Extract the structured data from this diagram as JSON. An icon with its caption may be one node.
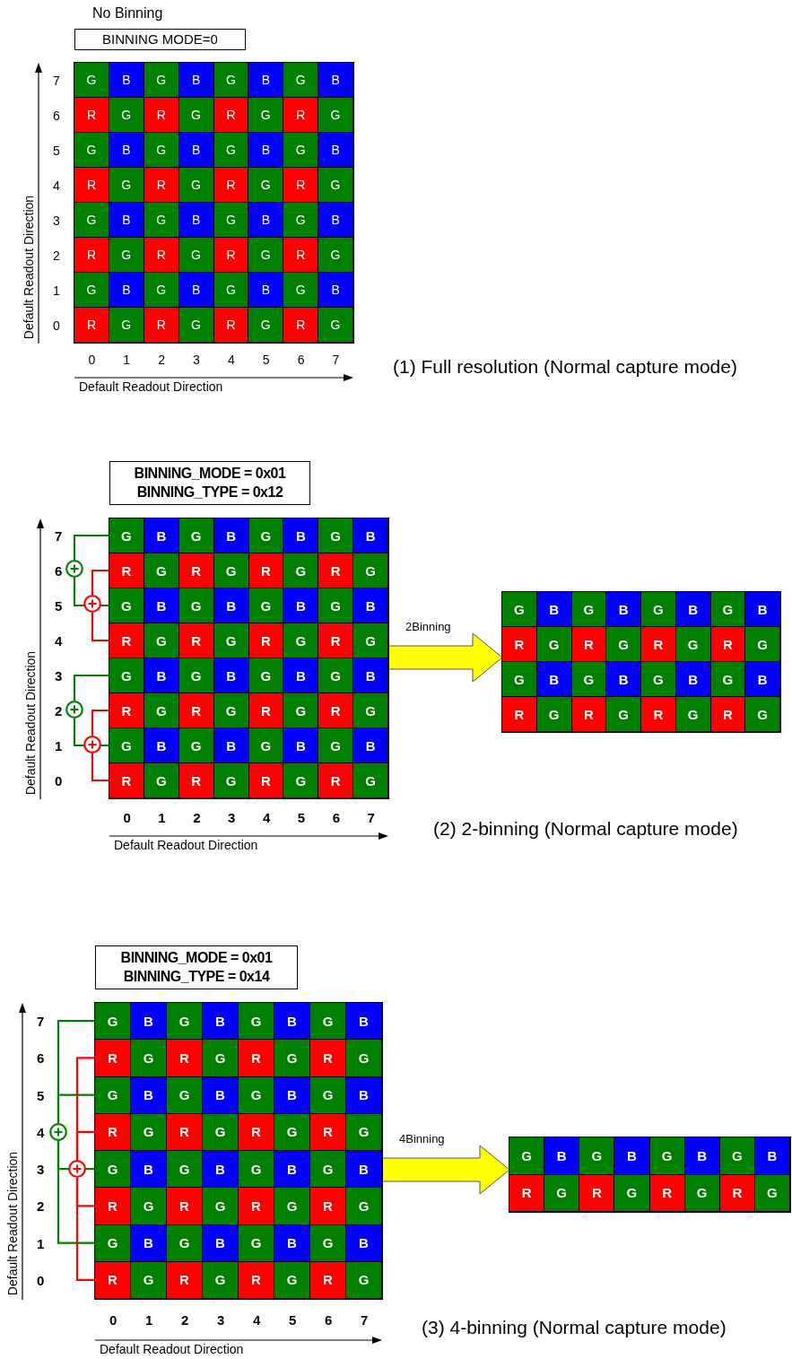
{
  "diagram": {
    "nodes": [
      {
        "text": [
          "BINNING MODE=0"
        ]
      },
      {
        "text": [],
        "shape": "box"
      },
      {
        "text": [
          "G"
        ],
        "in": 1
      },
      {
        "text": [
          "B"
        ],
        "in": 1
      },
      {
        "text": [
          "G"
        ],
        "in": 1
      },
      {
        "text": [
          "B"
        ],
        "in": 1
      },
      {
        "text": [
          "G"
        ],
        "in": 1
      },
      {
        "text": [
          "B"
        ],
        "in": 1
      },
      {
        "text": [
          "G"
        ],
        "in": 1
      },
      {
        "text": [
          "B"
        ],
        "in": 1
      },
      {
        "text": [
          "R"
        ],
        "in": 1
      },
      {
        "text": [
          "G"
        ],
        "in": 1
      },
      {
        "text": [
          "R"
        ],
        "in": 1
      },
      {
        "text": [
          "G"
        ],
        "in": 1
      },
      {
        "text": [
          "R"
        ],
        "in": 1
      },
      {
        "text": [
          "G"
        ],
        "in": 1
      },
      {
        "text": [
          "R"
        ],
        "in": 1
      },
      {
        "text": [
          "G"
        ],
        "in": 1
      },
      {
        "text": [
          "G"
        ],
        "in": 1
      },
      {
        "text": [
          "B"
        ],
        "in": 1
      },
      {
        "text": [
          "G"
        ],
        "in": 1
      },
      {
        "text": [
          "B"
        ],
        "in": 1
      },
      {
        "text": [
          "G"
        ],
        "in": 1
      },
      {
        "text": [
          "B"
        ],
        "in": 1
      },
      {
        "text": [
          "G"
        ],
        "in": 1
      },
      {
        "text": [
          "B"
        ],
        "in": 1
      },
      {
        "text": [
          "R"
        ],
        "in": 1
      },
      {
        "text": [
          "G"
        ],
        "in": 1
      },
      {
        "text": [
          "R"
        ],
        "in": 1
      },
      {
        "text": [
          "G"
        ],
        "in": 1
      },
      {
        "text": [
          "R"
        ],
        "in": 1
      },
      {
        "text": [
          "G"
        ],
        "in": 1
      },
      {
        "text": [
          "R"
        ],
        "in": 1
      },
      {
        "text": [
          "G"
        ],
        "in": 1
      },
      {
        "text": [
          "G"
        ],
        "in": 1
      },
      {
        "text": [
          "B"
        ],
        "in": 1
      },
      {
        "text": [
          "G"
        ],
        "in": 1
      },
      {
        "text": [
          "B"
        ],
        "in": 1
      },
      {
        "text": [
          "G"
        ],
        "in": 1
      },
      {
        "text": [
          "B"
        ],
        "in": 1
      },
      {
        "text": [
          "G"
        ],
        "in": 1
      },
      {
        "text": [
          "B"
        ],
        "in": 1
      },
      {
        "text": [
          "R"
        ],
        "in": 1
      },
      {
        "text": [
          "G"
        ],
        "in": 1
      },
      {
        "text": [
          "R"
        ],
        "in": 1
      },
      {
        "text": [
          "G"
        ],
        "in": 1
      },
      {
        "text": [
          "R"
        ],
        "in": 1
      },
      {
        "text": [
          "G"
        ],
        "in": 1
      },
      {
        "text": [
          "R"
        ],
        "in": 1
      },
      {
        "text": [
          "G"
        ],
        "in": 1
      },
      {
        "text": [
          "G"
        ],
        "in": 1
      },
      {
        "text": [
          "B"
        ],
        "in": 1
      },
      {
        "text": [
          "G"
        ],
        "in": 1
      },
      {
        "text": [
          "B"
        ],
        "in": 1
      },
      {
        "text": [
          "G"
        ],
        "in": 1
      },
      {
        "text": [
          "B"
        ],
        "in": 1
      },
      {
        "text": [
          "G"
        ],
        "in": 1
      },
      {
        "text": [
          "B"
        ],
        "in": 1
      },
      {
        "text": [
          "R"
        ],
        "in": 1
      },
      {
        "text": [
          "G"
        ],
        "in": 1
      },
      {
        "text": [
          "R"
        ],
        "in": 1
      },
      {
        "text": [
          "G"
        ],
        "in": 1
      },
      {
        "text": [
          "R"
        ],
        "in": 1
      },
      {
        "text": [
          "G"
        ],
        "in": 1
      },
      {
        "text": [
          "R"
        ],
        "in": 1
      },
      {
        "text": [
          "G"
        ],
        "in": 1
      },
      {
        "text": [
          "BINNING_MODE = 0x01",
          "BINNING_TYPE = 0x12"
        ]
      },
      {
        "text": [],
        "shape": "box"
      },
      {
        "text": [
          "G"
        ],
        "in": 67
      },
      {
        "text": [
          "B"
        ],
        "in": 67
      },
      {
        "text": [
          "G"
        ],
        "in": 67
      },
      {
        "text": [
          "B"
        ],
        "in": 67
      },
      {
        "text": [
          "G"
        ],
        "in": 67
      },
      {
        "text": [
          "B"
        ],
        "in": 67
      },
      {
        "text": [
          "G"
        ],
        "in": 67
      },
      {
        "text": [
          "B"
        ],
        "in": 67
      },
      {
        "text": [
          "R"
        ],
        "in": 67
      },
      {
        "text": [
          "G"
        ],
        "in": 67
      },
      {
        "text": [
          "R"
        ],
        "in": 67
      },
      {
        "text": [
          "G"
        ],
        "in": 67
      },
      {
        "text": [
          "R"
        ],
        "in": 67
      },
      {
        "text": [
          "G"
        ],
        "in": 67
      },
      {
        "text": [
          "R"
        ],
        "in": 67
      },
      {
        "text": [
          "G"
        ],
        "in": 67
      },
      {
        "text": [
          "G"
        ],
        "in": 67
      },
      {
        "text": [
          "B"
        ],
        "in": 67
      },
      {
        "text": [
          "G"
        ],
        "in": 67
      },
      {
        "text": [
          "B"
        ],
        "in": 67
      },
      {
        "text": [
          "G"
        ],
        "in": 67
      },
      {
        "text": [
          "B"
        ],
        "in": 67
      },
      {
        "text": [
          "G"
        ],
        "in": 67
      },
      {
        "text": [
          "B"
        ],
        "in": 67
      },
      {
        "text": [
          "R"
        ],
        "in": 67
      },
      {
        "text": [
          "G"
        ],
        "in": 67
      },
      {
        "text": [
          "R"
        ],
        "in": 67
      },
      {
        "text": [
          "G"
        ],
        "in": 67
      },
      {
        "text": [
          "R"
        ],
        "in": 67
      },
      {
        "text": [
          "G"
        ],
        "in": 67
      },
      {
        "text": [
          "R"
        ],
        "in": 67
      },
      {
        "text": [
          "G"
        ],
        "in": 67
      },
      {
        "text": [
          "G"
        ],
        "in": 67
      },
      {
        "text": [
          "B"
        ],
        "in": 67
      },
      {
        "text": [
          "G"
        ],
        "in": 67
      },
      {
        "text": [
          "B"
        ],
        "in": 67
      },
      {
        "text": [
          "G"
        ],
        "in": 67
      },
      {
        "text": [
          "B"
        ],
        "in": 67
      },
      {
        "text": [
          "G"
        ],
        "in": 67
      },
      {
        "text": [
          "B"
        ],
        "in": 67
      },
      {
        "text": [
          "R"
        ],
        "in": 67
      },
      {
        "text": [
          "G"
        ],
        "in": 67
      },
      {
        "text": [
          "R"
        ],
        "in": 67
      },
      {
        "text": [
          "G"
        ],
        "in": 67
      },
      {
        "text": [
          "R"
        ],
        "in": 67
      },
      {
        "text": [
          "G"
        ],
        "in": 67
      },
      {
        "text": [
          "R"
        ],
        "in": 67
      },
      {
        "text": [
          "G"
        ],
        "in": 67
      },
      {
        "text": [
          "G"
        ],
        "in": 67
      },
      {
        "text": [
          "B"
        ],
        "in": 67
      },
      {
        "text": [
          "G"
        ],
        "in": 67
      },
      {
        "text": [
          "B"
        ],
        "in": 67
      },
      {
        "text": [
          "G"
        ],
        "in": 67
      },
      {
        "text": [
          "B"
        ],
        "in": 67
      },
      {
        "text": [
          "G"
        ],
        "in": 67
      },
      {
        "text": [
          "B"
        ],
        "in": 67
      },
      {
        "text": [
          "R"
        ],
        "in": 67
      },
      {
        "text": [
          "G"
        ],
        "in": 67
      },
      {
        "text": [
          "R"
        ],
        "in": 67
      },
      {
        "text": [
          "G"
        ],
        "in": 67
      },
      {
        "text": [
          "R"
        ],
        "in": 67
      },
      {
        "text": [
          "G"
        ],
        "in": 67
      },
      {
        "text": [
          "R"
        ],
        "in": 67
      },
      {
        "text": [
          "G"
        ],
        "in": 67
      },
      {
        "text": [],
        "shape": "circle"
      },
      {
        "text": [],
        "shape": "circle"
      },
      {
        "text": [],
        "shape": "circle"
      },
      {
        "text": [],
        "shape": "circle"
      },
      {
        "text": [],
        "shape": "box"
      },
      {
        "text": [
          "G"
        ],
        "in": 136
      },
      {
        "text": [
          "B"
        ],
        "in": 136
      },
      {
        "text": [
          "G"
        ],
        "in": 136
      },
      {
        "text": [
          "B"
        ],
        "in": 136
      },
      {
        "text": [
          "G"
        ],
        "in": 136
      },
      {
        "text": [
          "B"
        ],
        "in": 136
      },
      {
        "text": [
          "G"
        ],
        "in": 136
      },
      {
        "text": [
          "B"
        ],
        "in": 136
      },
      {
        "text": [
          "R"
        ],
        "in": 136
      },
      {
        "text": [
          "G"
        ],
        "in": 136
      },
      {
        "text": [
          "R"
        ],
        "in": 136
      },
      {
        "text": [
          "G"
        ],
        "in": 136
      },
      {
        "text": [
          "R"
        ],
        "in": 136
      },
      {
        "text": [
          "G"
        ],
        "in": 136
      },
      {
        "text": [
          "R"
        ],
        "in": 136
      },
      {
        "text": [
          "G"
        ],
        "in": 136
      },
      {
        "text": [
          "G"
        ],
        "in": 136
      },
      {
        "text": [
          "B"
        ],
        "in": 136
      },
      {
        "text": [
          "G"
        ],
        "in": 136
      },
      {
        "text": [
          "B"
        ],
        "in": 136
      },
      {
        "text": [
          "G"
        ],
        "in": 136
      },
      {
        "text": [
          "B"
        ],
        "in": 136
      },
      {
        "text": [
          "G"
        ],
        "in": 136
      },
      {
        "text": [
          "B"
        ],
        "in": 136
      },
      {
        "text": [
          "R"
        ],
        "in": 136
      },
      {
        "text": [
          "G"
        ],
        "in": 136
      },
      {
        "text": [
          "R"
        ],
        "in": 136
      },
      {
        "text": [
          "G"
        ],
        "in": 136
      },
      {
        "text": [
          "R"
        ],
        "in": 136
      },
      {
        "text": [
          "G"
        ],
        "in": 136
      },
      {
        "text": [
          "R"
        ],
        "in": 136
      },
      {
        "text": [
          "G"
        ],
        "in": 136
      },
      {
        "text": [
          "BINNING_MODE = 0x01",
          "BINNING_TYPE = 0x14"
        ]
      },
      {
        "text": [],
        "shape": "box"
      },
      {
        "text": [
          "G"
        ],
        "in": 170
      },
      {
        "text": [
          "B"
        ],
        "in": 170
      },
      {
        "text": [
          "G"
        ],
        "in": 170
      },
      {
        "text": [
          "B"
        ],
        "in": 170
      },
      {
        "text": [
          "G"
        ],
        "in": 170
      },
      {
        "text": [
          "B"
        ],
        "in": 170
      },
      {
        "text": [
          "G"
        ],
        "in": 170
      },
      {
        "text": [
          "B"
        ],
        "in": 170
      },
      {
        "text": [
          "R"
        ],
        "in": 170
      },
      {
        "text": [
          "G"
        ],
        "in": 170
      },
      {
        "text": [
          "R"
        ],
        "in": 170
      },
      {
        "text": [
          "G"
        ],
        "in": 170
      },
      {
        "text": [
          "R"
        ],
        "in": 170
      },
      {
        "text": [
          "G"
        ],
        "in": 170
      },
      {
        "text": [
          "R"
        ],
        "in": 170
      },
      {
        "text": [
          "G"
        ],
        "in": 170
      },
      {
        "text": [
          "G"
        ],
        "in": 170
      },
      {
        "text": [
          "B"
        ],
        "in": 170
      },
      {
        "text": [
          "G"
        ],
        "in": 170
      },
      {
        "text": [
          "B"
        ],
        "in": 170
      },
      {
        "text": [
          "G"
        ],
        "in": 170
      },
      {
        "text": [
          "B"
        ],
        "in": 170
      },
      {
        "text": [
          "G"
        ],
        "in": 170
      },
      {
        "text": [
          "B"
        ],
        "in": 170
      },
      {
        "text": [
          "R"
        ],
        "in": 170
      },
      {
        "text": [
          "G"
        ],
        "in": 170
      },
      {
        "text": [
          "R"
        ],
        "in": 170
      },
      {
        "text": [
          "G"
        ],
        "in": 170
      },
      {
        "text": [
          "R"
        ],
        "in": 170
      },
      {
        "text": [
          "G"
        ],
        "in": 170
      },
      {
        "text": [
          "R"
        ],
        "in": 170
      },
      {
        "text": [
          "G"
        ],
        "in": 170
      },
      {
        "text": [
          "G"
        ],
        "in": 170
      },
      {
        "text": [
          "B"
        ],
        "in": 170
      },
      {
        "text": [
          "G"
        ],
        "in": 170
      },
      {
        "text": [
          "B"
        ],
        "in": 170
      },
      {
        "text": [
          "G"
        ],
        "in": 170
      },
      {
        "text": [
          "B"
        ],
        "in": 170
      },
      {
        "text": [
          "G"
        ],
        "in": 170
      },
      {
        "text": [
          "B"
        ],
        "in": 170
      },
      {
        "text": [
          "R"
        ],
        "in": 170
      },
      {
        "text": [
          "G"
        ],
        "in": 170
      },
      {
        "text": [
          "R"
        ],
        "in": 170
      },
      {
        "text": [
          "G"
        ],
        "in": 170
      },
      {
        "text": [
          "R"
        ],
        "in": 170
      },
      {
        "text": [
          "G"
        ],
        "in": 170
      },
      {
        "text": [
          "R"
        ],
        "in": 170
      },
      {
        "text": [
          "G"
        ],
        "in": 170
      },
      {
        "text": [
          "G"
        ],
        "in": 170
      },
      {
        "text": [
          "B"
        ],
        "in": 170
      },
      {
        "text": [
          "G"
        ],
        "in": 170
      },
      {
        "text": [
          "B"
        ],
        "in": 170
      },
      {
        "text": [
          "G"
        ],
        "in": 170
      },
      {
        "text": [
          "B"
        ],
        "in": 170
      },
      {
        "text": [
          "G"
        ],
        "in": 170
      },
      {
        "text": [
          "B"
        ],
        "in": 170
      },
      {
        "text": [
          "R"
        ],
        "in": 170
      },
      {
        "text": [
          "G"
        ],
        "in": 170
      },
      {
        "text": [
          "R"
        ],
        "in": 170
      },
      {
        "text": [
          "G"
        ],
        "in": 170
      },
      {
        "text": [
          "R"
        ],
        "in": 170
      },
      {
        "text": [
          "G"
        ],
        "in": 170
      },
      {
        "text": [
          "R"
        ],
        "in": 170
      },
      {
        "text": [
          "G"
        ],
        "in": 170
      },
      {
        "text": [],
        "shape": "circle"
      },
      {
        "text": [],
        "shape": "circle"
      },
      {
        "text": [],
        "shape": "box"
      },
      {
        "text": [
          "G"
        ],
        "in": 237
      },
      {
        "text": [
          "B"
        ],
        "in": 237
      },
      {
        "text": [
          "G"
        ],
        "in": 237
      },
      {
        "text": [
          "B"
        ],
        "in": 237
      },
      {
        "text": [
          "G"
        ],
        "in": 237
      },
      {
        "text": [
          "B"
        ],
        "in": 237
      },
      {
        "text": [
          "G"
        ],
        "in": 237
      },
      {
        "text": [
          "B"
        ],
        "in": 237
      },
      {
        "text": [
          "R"
        ],
        "in": 237
      },
      {
        "text": [
          "G"
        ],
        "in": 237
      },
      {
        "text": [
          "R"
        ],
        "in": 237
      },
      {
        "text": [
          "G"
        ],
        "in": 237
      },
      {
        "text": [
          "R"
        ],
        "in": 237
      },
      {
        "text": [
          "G"
        ],
        "in": 237
      },
      {
        "text": [
          "R"
        ],
        "in": 237
      },
      {
        "text": [
          "G"
        ],
        "in": 237
      }
    ],
    "edges": [
      {
        "from": 68,
        "to": 132,
        "arrow": "none",
        "color": "#008000"
      },
      {
        "from": 84,
        "to": 132,
        "arrow": "none",
        "color": "#008000"
      },
      {
        "from": 76,
        "to": 133,
        "arrow": "none",
        "color": "#ff0000"
      },
      {
        "from": 92,
        "to": 133,
        "arrow": "none",
        "color": "#ff0000"
      },
      {
        "from": 100,
        "to": 134,
        "arrow": "none",
        "color": "#008000"
      },
      {
        "from": 116,
        "to": 134,
        "arrow": "none",
        "color": "#008000"
      },
      {
        "from": 108,
        "to": 135,
        "arrow": "none",
        "color": "#ff0000"
      },
      {
        "from": 124,
        "to": 135,
        "arrow": "none",
        "color": "#ff0000"
      },
      {
        "from": 67,
        "to": 136,
        "arrow": "to",
        "label": "2Binning",
        "style": "thick",
        "color": "#ffff00"
      },
      {
        "from": 171,
        "to": 235,
        "arrow": "none",
        "color": "#008000"
      },
      {
        "from": 187,
        "to": 235,
        "arrow": "none",
        "color": "#008000"
      },
      {
        "from": 203,
        "to": 235,
        "arrow": "none",
        "color": "#008000"
      },
      {
        "from": 219,
        "to": 235,
        "arrow": "none",
        "color": "#008000"
      },
      {
        "from": 179,
        "to": 236,
        "arrow": "none",
        "color": "#ff0000"
      },
      {
        "from": 195,
        "to": 236,
        "arrow": "none",
        "color": "#ff0000"
      },
      {
        "from": 211,
        "to": 236,
        "arrow": "none",
        "color": "#ff0000"
      },
      {
        "from": 227,
        "to": 236,
        "arrow": "none",
        "color": "#ff0000"
      },
      {
        "from": 170,
        "to": 237,
        "arrow": "to",
        "label": "4Binning",
        "style": "thick",
        "color": "#ffff00"
      }
    ],
    "labels": [
      "No Binning",
      "7",
      "6",
      "5",
      "4",
      "3",
      "2",
      "1",
      "0",
      "0",
      "1",
      "2",
      "3",
      "4",
      "5",
      "6",
      "7",
      "(1) Full resolution (Normal capture mode)",
      "Default Readout Direction",
      "Default Readout Direction",
      "7",
      "6",
      "5",
      "4",
      "3",
      "2",
      "1",
      "0",
      "0",
      "1",
      "2",
      "3",
      "4",
      "5",
      "6",
      "7",
      "(2) 2-binning (Normal capture mode)",
      "Default Readout Direction",
      "Default Readout Direction",
      "7",
      "6",
      "5",
      "4",
      "3",
      "2",
      "1",
      "0",
      "0",
      "1",
      "2",
      "3",
      "4",
      "5",
      "6",
      "7",
      "(3) 4-binning (Normal capture mode)",
      "Default Readout Direction",
      "Default Readout Direction"
    ]
  }
}
